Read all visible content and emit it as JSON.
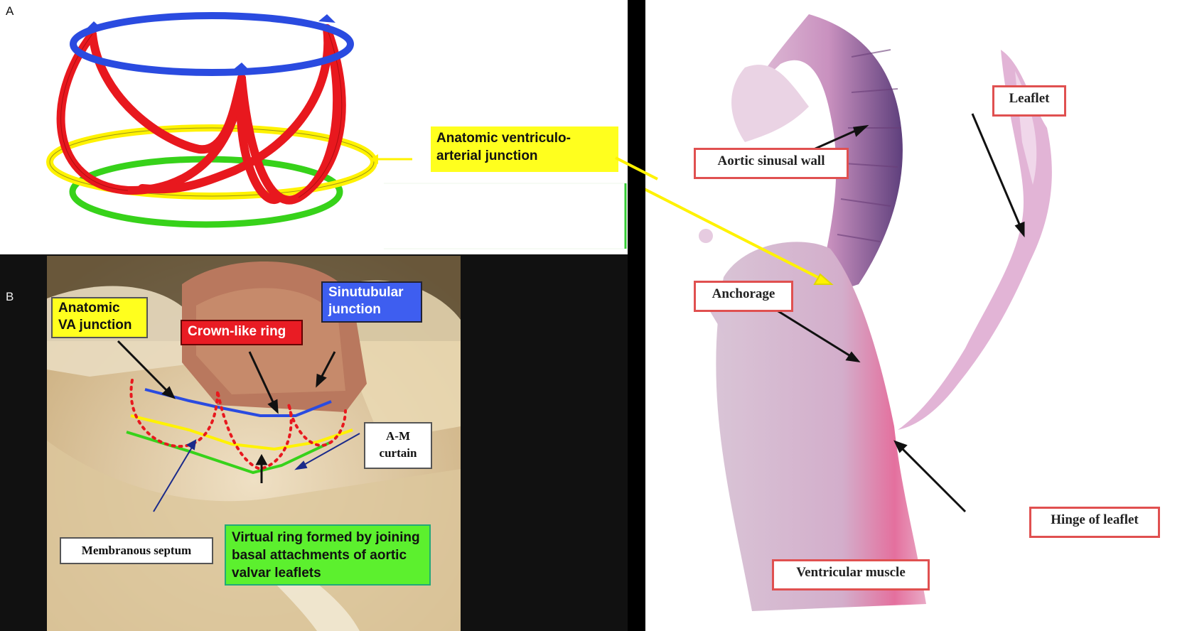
{
  "panels": {
    "a_letter": "A",
    "b_letter": "B"
  },
  "diagram_a": {
    "callout": "Anatomic ventriculo-arterial junction"
  },
  "photo_b": {
    "anatomic_va": "Anatomic VA junction",
    "sinutubular": "Sinutubular junction",
    "crown_ring": "Crown-like ring",
    "am_curtain": "A-M curtain",
    "membranous_septum": "Membranous septum",
    "virtual_ring": "Virtual ring formed by joining basal attachments of aortic valvar leaflets"
  },
  "histology": {
    "aortic_sinusal_wall": "Aortic sinusal wall",
    "leaflet": "Leaflet",
    "anchorage": "Anchorage",
    "hinge_of_leaflet": "Hinge of leaflet",
    "ventricular_muscle": "Ventricular muscle"
  },
  "colors": {
    "blue_ring": "#2a4be0",
    "red_crown": "#e8181e",
    "yellow_ring": "#fff200",
    "green_ring": "#37d21a"
  }
}
